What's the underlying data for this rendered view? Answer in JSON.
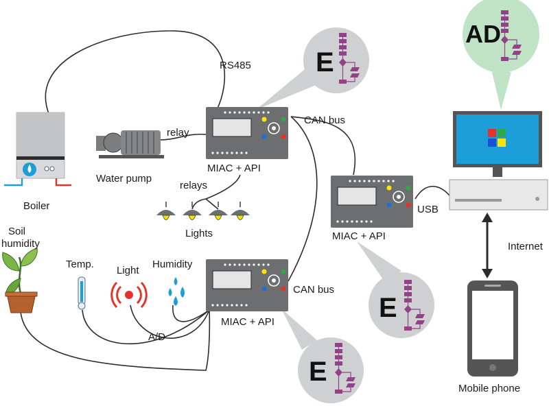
{
  "labels": {
    "rs485": "RS485",
    "can_bus_top": "CAN bus",
    "can_bus_bottom": "CAN bus",
    "relay": "relay",
    "relays": "relays",
    "usb": "USB",
    "internet": "Internet",
    "ad": "A/D"
  },
  "devices": {
    "boiler": "Boiler",
    "water_pump": "Water pump",
    "lights": "Lights",
    "soil_humidity": "Soil humidity",
    "temp": "Temp.",
    "light": "Light",
    "humidity": "Humidity",
    "mobile_phone": "Mobile phone"
  },
  "controllers": {
    "miac_top": "MIAC + API",
    "miac_middle": "MIAC + API",
    "miac_bottom": "MIAC + API"
  },
  "bubbles": {
    "e1": "E",
    "e2": "E",
    "e3": "E",
    "ad": "AD"
  },
  "colors": {
    "controller_body": "#6d6e70",
    "bubble_fill": "#cfd0d1",
    "ad_bubble_fill": "#bfe3c4",
    "flowchart": "#93428a",
    "screen_blue": "#1c9ed8",
    "boiler_red": "#e6332a",
    "boiler_blue": "#1c9ed8",
    "bulb_yellow": "#f7e600"
  }
}
